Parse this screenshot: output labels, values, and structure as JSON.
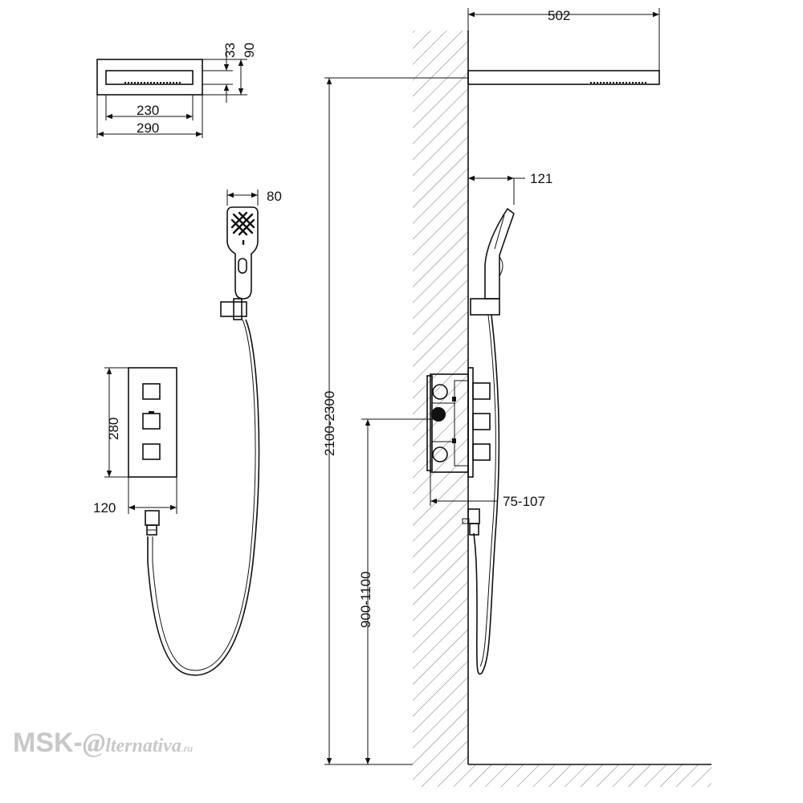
{
  "dimensions": {
    "head_inner_height": "33",
    "head_outer_height": "90",
    "head_inner_width": "230",
    "head_outer_width": "290",
    "handshower_width": "80",
    "panel_height": "280",
    "outlet_width": "120",
    "arm_length": "502",
    "handshower_projection": "121",
    "install_height": "2100-2300",
    "valve_depth": "75-107",
    "valve_height": "900-1100"
  },
  "watermark": {
    "brand_prefix": "MSK-",
    "at_symbol": "@",
    "brand_suffix": "lternativa",
    "domain": ".ru"
  },
  "colors": {
    "line": "#111111",
    "hatch": "#777777",
    "watermark": "#c8c8c8"
  }
}
